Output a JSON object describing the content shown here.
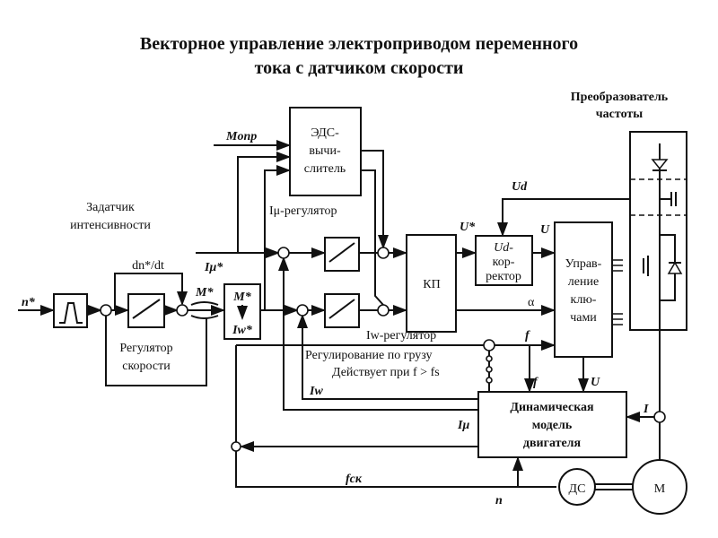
{
  "title": {
    "line1": "Векторное управление электроприводом переменного",
    "line2": "тока с датчиком скорости"
  },
  "labels": {
    "converter_1": "Преобразователь",
    "converter_2": "частоты",
    "emf_1": "ЭДС-",
    "emf_2": "вычи-",
    "emf_3": "слитель",
    "m_load": "Mопр",
    "imu_reg": "Iμ-регулятор",
    "ramp_1": "Задатчик",
    "ramp_2": "интенсивности",
    "imu_ref": "Iμ*",
    "dn_dt": "dn*/dt",
    "n_ref": "n*",
    "m_ref": "M*",
    "mconv_1": "M*",
    "mconv_2": "Iw*",
    "speed_reg_1": "Регулятор",
    "speed_reg_2": "скорости",
    "kp": "КП",
    "u_ref": "U*",
    "ud": "Ud",
    "ud_corr_1": "Ud-",
    "ud_corr_2": "кор-",
    "ud_corr_3": "ректор",
    "u": "U",
    "keys_1": "Управ-",
    "keys_2": "ление",
    "keys_3": "клю-",
    "keys_4": "чами",
    "alpha": "α",
    "iw_reg": "Iw-регулятор",
    "f": "f",
    "load_reg": "Регулирование по грузу",
    "acts_when": "Действует при f > fs",
    "f2": "f",
    "u2": "U",
    "iw": "Iw",
    "imu": "Iμ",
    "model_1": "Динамическая",
    "model_2": "модель",
    "model_3": "двигателя",
    "i": "I",
    "f_sk": "fск",
    "n": "n",
    "ds": "ДС",
    "motor": "M"
  }
}
